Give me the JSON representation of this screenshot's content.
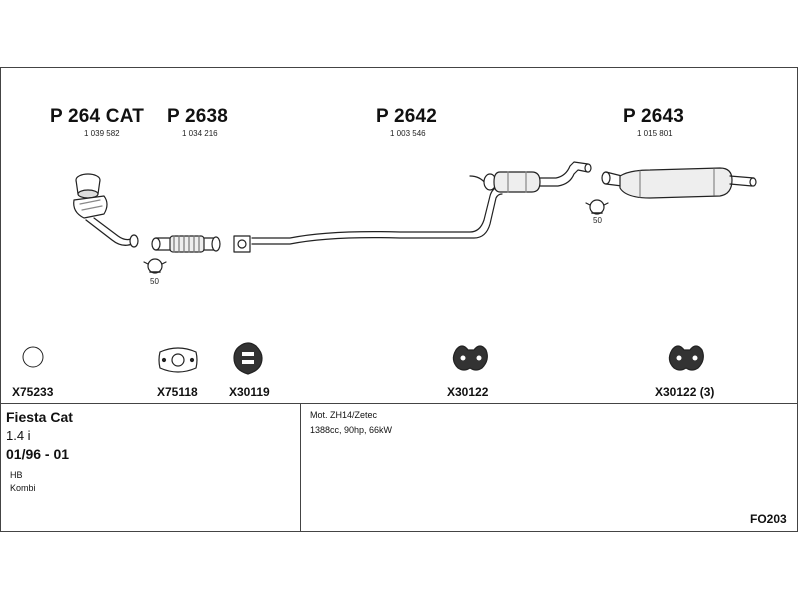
{
  "parts": [
    {
      "code": "P 264 CAT",
      "number": "1 039 582"
    },
    {
      "code": "P 2638",
      "number": "1 034 216"
    },
    {
      "code": "P 2642",
      "number": "1 003 546"
    },
    {
      "code": "P 2643",
      "number": "1 015 801"
    }
  ],
  "clamp_size_labels": [
    "50",
    "50"
  ],
  "hardware": [
    {
      "code": "X75233"
    },
    {
      "code": "X75118"
    },
    {
      "code": "X30119"
    },
    {
      "code": "X30122"
    },
    {
      "code": "X30122 (3)"
    }
  ],
  "vehicle": {
    "model": "Fiesta Cat",
    "engine_size": "1.4 i",
    "years": "01/96 - 01",
    "body_types": [
      "HB",
      "Kombi"
    ]
  },
  "engine": {
    "code": "Mot. ZH14/Zetec",
    "spec": "1388cc, 90hp, 66kW"
  },
  "catalogue_code": "FO203"
}
